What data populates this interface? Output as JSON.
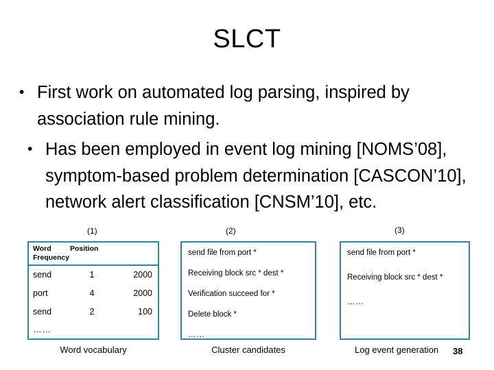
{
  "slide": {
    "title": "SLCT",
    "page_number": "38",
    "accent_color": "#31859B",
    "text_color": "#000000",
    "background_color": "#FFFFFF"
  },
  "bullets": [
    {
      "marker": "•",
      "text": "First work on automated log parsing, inspired by association rule mining."
    },
    {
      "marker": "•",
      "text": "Has been employed in event log mining [NOMS’08], symptom-based problem determination [CASCON’10], network alert classification [CNSM’10], etc."
    }
  ],
  "step_labels": [
    {
      "id": "step-1",
      "text": "(1)"
    },
    {
      "id": "step-2",
      "text": "(2)"
    },
    {
      "id": "step-3",
      "text": "(3)"
    }
  ],
  "panels": {
    "vocabulary": {
      "caption": "Word vocabulary",
      "columns": [
        "Word",
        "Position",
        "Frequency"
      ],
      "rows": [
        {
          "word": "send",
          "position": "1",
          "frequency": "2000"
        },
        {
          "word": "port",
          "position": "4",
          "frequency": "2000"
        },
        {
          "word": "send",
          "position": "2",
          "frequency": "100"
        }
      ],
      "ellipsis": "……"
    },
    "cluster_candidates": {
      "caption": "Cluster candidates",
      "items": [
        "send file from port *",
        "Receiving block src * dest *",
        "Verification succeed for *",
        "Delete block *",
        "……"
      ]
    },
    "log_event_generation": {
      "caption": "Log event generation",
      "items": [
        "send file from port *",
        "Receiving block src * dest *",
        "……"
      ]
    }
  }
}
